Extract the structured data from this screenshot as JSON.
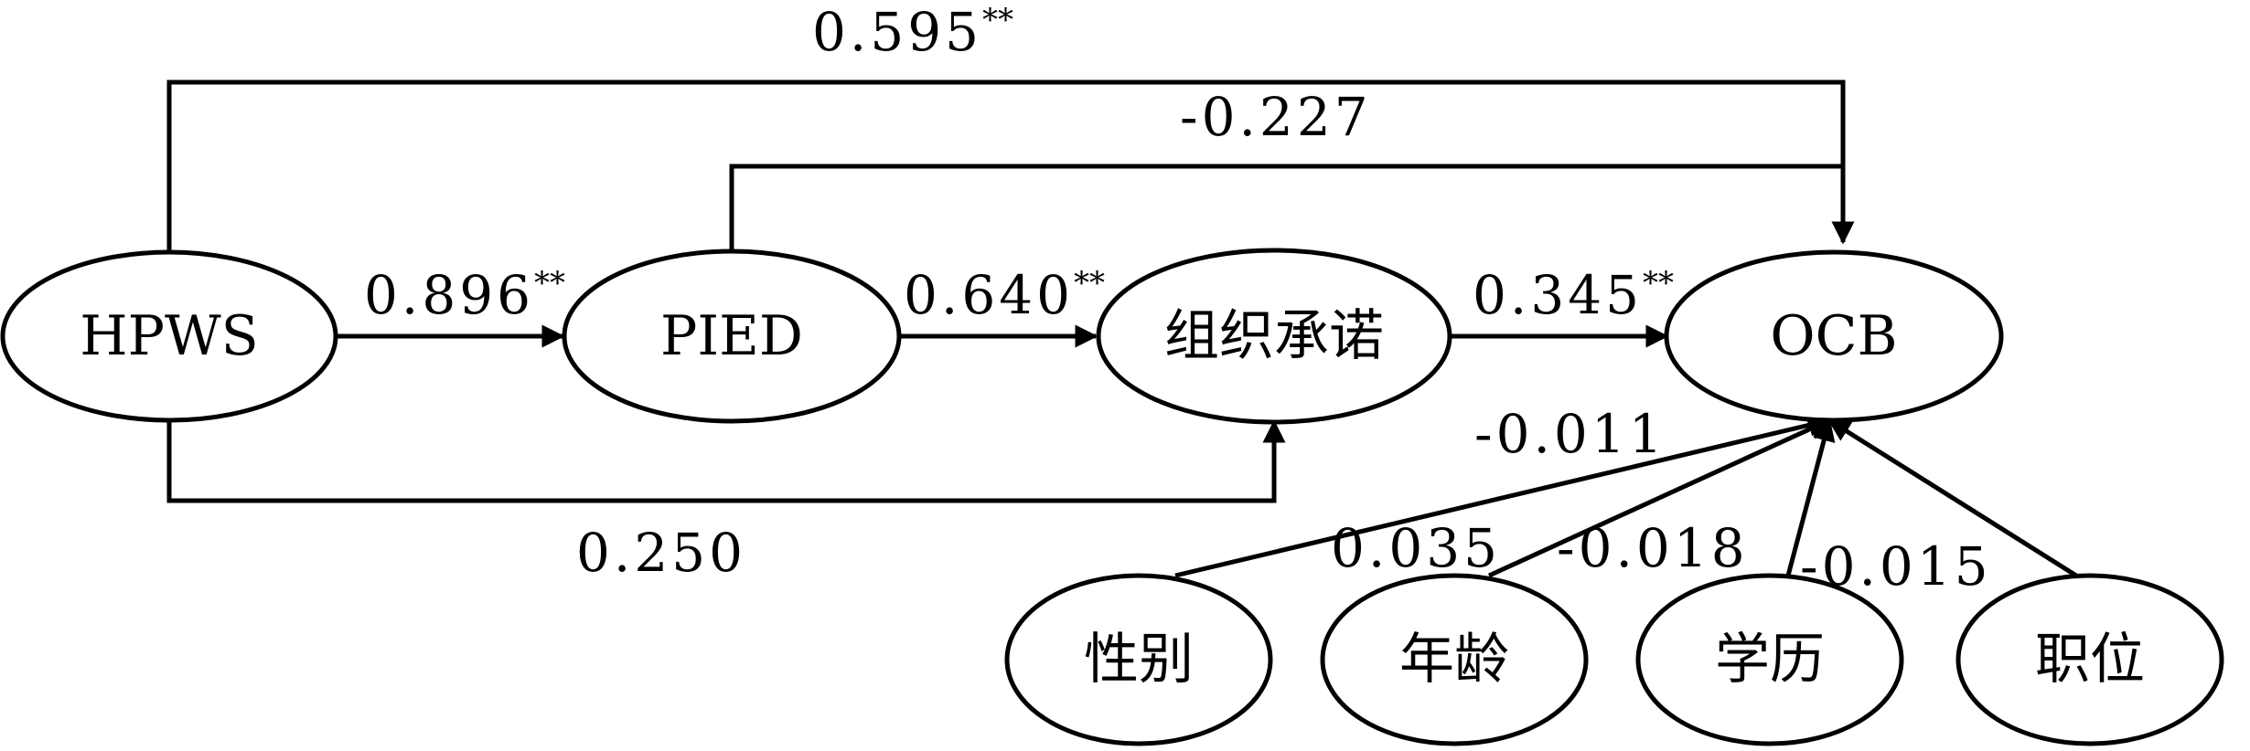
{
  "diagram": {
    "nodes": {
      "hpws": "HPWS",
      "pied": "PIED",
      "org_commitment": "组织承诺",
      "ocb": "OCB",
      "gender": "性别",
      "age": "年龄",
      "education": "学历",
      "position": "职位"
    },
    "paths": {
      "hpws_to_ocb": {
        "value": "0.595",
        "sig": "**"
      },
      "pied_to_ocb": {
        "value": "-0.227",
        "sig": ""
      },
      "hpws_to_pied": {
        "value": "0.896",
        "sig": "**"
      },
      "pied_to_org_commitment": {
        "value": "0.640",
        "sig": "**"
      },
      "org_commitment_to_ocb": {
        "value": "0.345",
        "sig": "**"
      },
      "hpws_to_org_commitment": {
        "value": "0.250",
        "sig": ""
      },
      "gender_to_ocb": {
        "value": "-0.011",
        "sig": ""
      },
      "age_to_ocb": {
        "value": "0.035",
        "sig": ""
      },
      "education_to_ocb": {
        "value": "-0.018",
        "sig": ""
      },
      "position_to_ocb": {
        "value": "-0.015",
        "sig": ""
      }
    }
  }
}
